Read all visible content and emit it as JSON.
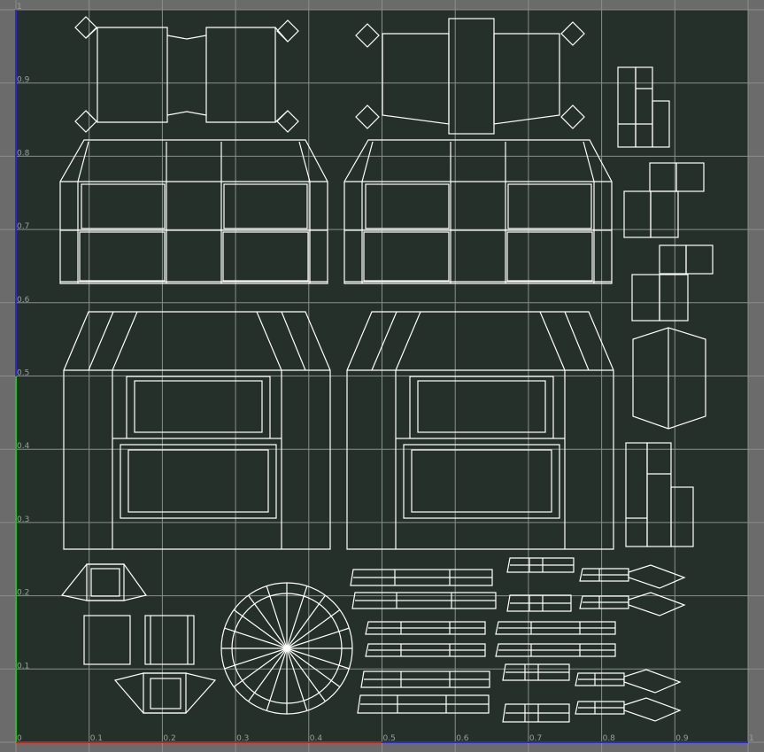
{
  "editor": {
    "x_ticks": [
      "0",
      "0.1",
      "0.2",
      "0.3",
      "0.4",
      "0.5",
      "0.6",
      "0.7",
      "0.8",
      "0.9",
      "1"
    ],
    "y_ticks": [
      "0.1",
      "0.2",
      "0.3",
      "0.4",
      "0.5",
      "0.6",
      "0.7",
      "0.8",
      "0.9",
      "1"
    ],
    "colors": {
      "background": "#6b6b6b",
      "uv_area": "#26302a",
      "grid": "#8a8f8a",
      "uv_wire": "#ffffff",
      "u_axis_low": "#c0241c",
      "u_axis_high": "#2a2ad0",
      "v_axis_low": "#22c022",
      "v_axis_high": "#2a2ad0"
    }
  }
}
